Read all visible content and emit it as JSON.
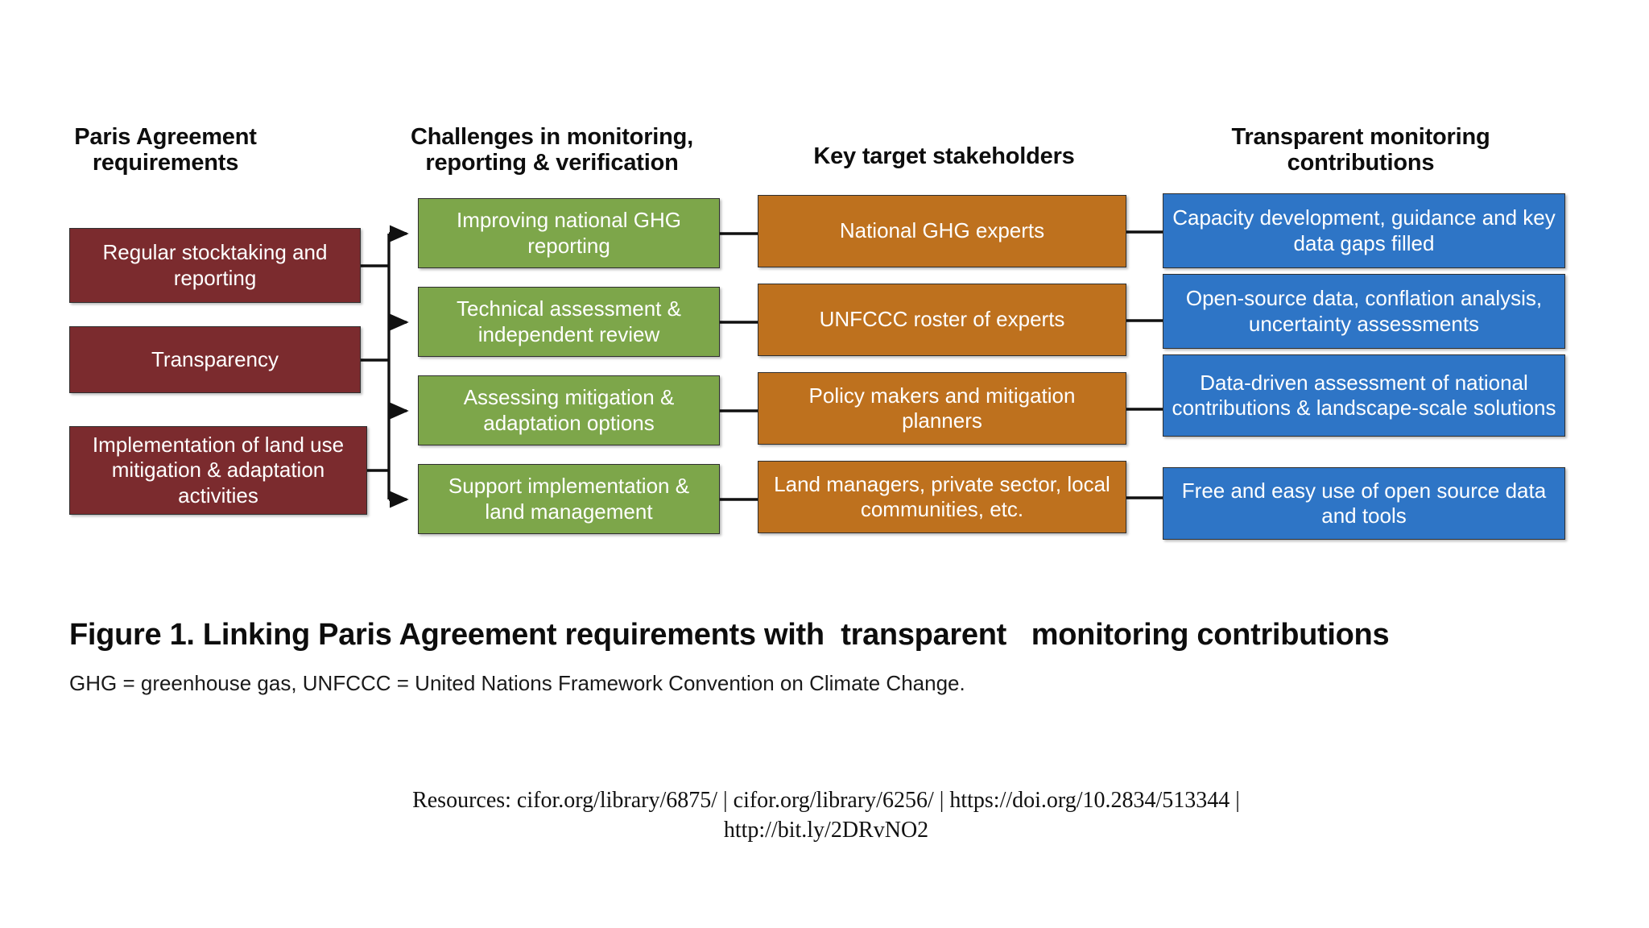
{
  "figure": {
    "columns": [
      {
        "id": "paris-agreement-requirements",
        "heading": "Paris Agreement requirements",
        "color": "#7B2B2E",
        "items": [
          "Regular stocktaking and reporting",
          "Transparency",
          "Implementation of land use mitigation & adaptation activities"
        ]
      },
      {
        "id": "challenges-in-mrv",
        "heading": "Challenges in monitoring, reporting & verification",
        "color": "#7DA64A",
        "items": [
          "Improving national GHG reporting",
          "Technical assessment & independent review",
          "Assessing mitigation & adaptation options",
          "Support implementation & land management"
        ]
      },
      {
        "id": "key-target-stakeholders",
        "heading": "Key target stakeholders",
        "color": "#BE711E",
        "items": [
          "National GHG experts",
          "UNFCCC roster of experts",
          "Policy makers and mitigation planners",
          "Land managers, private sector, local communities, etc."
        ]
      },
      {
        "id": "transparent-monitoring-contributions",
        "heading": "Transparent   monitoring contributions",
        "color": "#2E75C6",
        "items": [
          "Capacity development, guidance and key data gaps filled",
          "Open-source data, conflation analysis, uncertainty assessments",
          "Data-driven assessment of national contributions & landscape-scale solutions",
          "Free and easy use of open source data and tools"
        ]
      }
    ],
    "caption": "Figure 1. Linking Paris Agreement requirements with  transparent   monitoring contributions",
    "legend": "GHG = greenhouse gas, UNFCCC = United Nations Framework Convention on Climate Change.",
    "resources_line1": "Resources: cifor.org/library/6875/ | cifor.org/library/6256/ | https://doi.org/10.2834/513344 |",
    "resources_line2": "http://bit.ly/2DRvNO2"
  }
}
